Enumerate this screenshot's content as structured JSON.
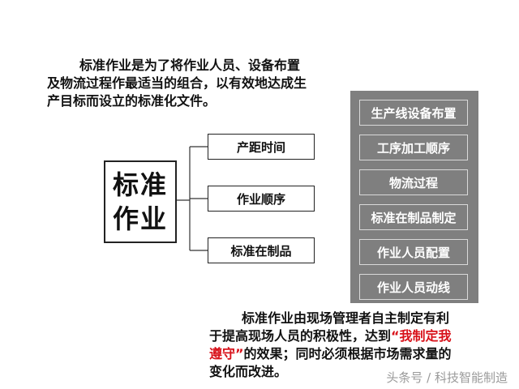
{
  "intro": {
    "lines": [
      "标准作业是为了将作业人员、设备布置",
      "及物流过程作最适当的组合，以有效地达成生",
      "产目标而设立的标准化文件。"
    ]
  },
  "main_box": {
    "line1": "标准",
    "line2": "作业"
  },
  "branches": [
    {
      "label": "产距时间"
    },
    {
      "label": "作业顺序"
    },
    {
      "label": "标准在制品"
    }
  ],
  "panel": {
    "items": [
      {
        "label": "生产线设备布置"
      },
      {
        "label": "工序加工顺序"
      },
      {
        "label": "物流过程"
      },
      {
        "label": "标准在制品制定"
      },
      {
        "label": "作业人员配置"
      },
      {
        "label": "作业人员动线"
      }
    ],
    "background_color": "#7f7f7f",
    "text_color": "#ffffff"
  },
  "note": {
    "line1": "标准作业由现场管理者自主制定有利",
    "line2": "于提高现场人员的积极性，达到",
    "line2_highlight": "“我制定我",
    "line3_highlight": "遵守”",
    "line3": "的效果；同时必须根据市场需求量的",
    "line4": "变化而改进。",
    "highlight_color": "#d8121a"
  },
  "watermark": "头条号 / 科技智能制造"
}
